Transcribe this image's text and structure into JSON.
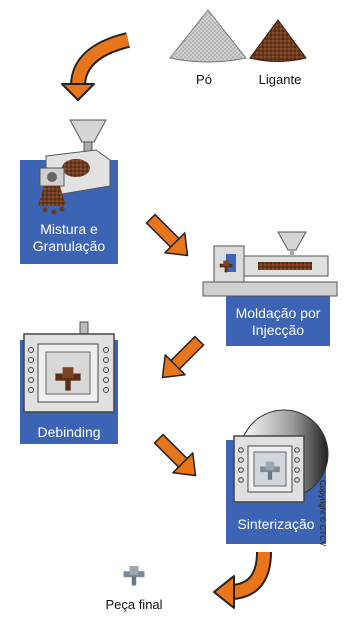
{
  "inputs": {
    "powder_label": "Pó",
    "binder_label": "Ligante"
  },
  "steps": {
    "mixing": {
      "line1": "Mistura e",
      "line2": "Granulação"
    },
    "molding": {
      "line1": "Moldação por",
      "line2": "Injecção"
    },
    "debinding": {
      "line1": "Debinding"
    },
    "sintering": {
      "line1": "Sinterização"
    }
  },
  "output": {
    "label": "Peça final"
  },
  "copyright": "Copyright © CTCV",
  "colors": {
    "box_blue": "#3d64b4",
    "arrow_orange": "#e8751a",
    "powder_grey": "#c8c8c8",
    "binder_brown": "#6b3a1f"
  }
}
